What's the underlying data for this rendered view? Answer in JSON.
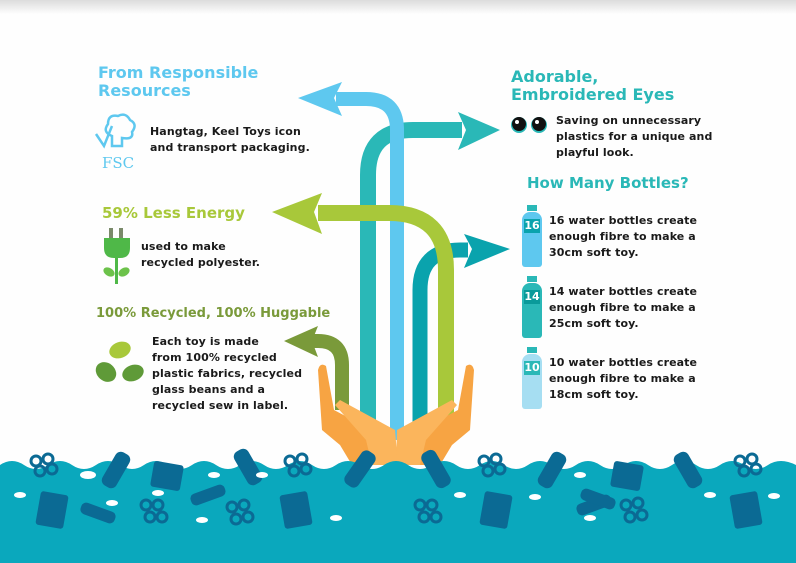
{
  "colors": {
    "light_blue": "#5ec8ef",
    "teal": "#2ab8b7",
    "dark_teal": "#0aa3ad",
    "lime": "#a8c83a",
    "olive": "#7a9a3a",
    "orange": "#f7a443",
    "sea": "#0aa8bd",
    "debris": "#0b6a94",
    "black": "#1a1a1a"
  },
  "sections": {
    "responsible": {
      "title_line1": "From Responsible",
      "title_line2": "Resources",
      "icon_label": "FSC",
      "text_line1": "Hangtag, Keel Toys icon",
      "text_line2": "and transport packaging."
    },
    "eyes": {
      "title_line1": "Adorable,",
      "title_line2": "Embroidered Eyes",
      "text_line1": "Saving on unnecessary",
      "text_line2": "plastics for a unique and",
      "text_line3": "playful look."
    },
    "energy": {
      "title": "59% Less Energy",
      "text_line1": "used to make",
      "text_line2": "recycled polyester."
    },
    "recycled": {
      "title": "100% Recycled, 100% Huggable",
      "text_line1": "Each toy is made",
      "text_line2": "from 100% recycled",
      "text_line3": "plastic fabrics, recycled",
      "text_line4": "glass beans and a",
      "text_line5": "recycled sew in label."
    },
    "bottles": {
      "title": "How Many Bottles?",
      "items": [
        {
          "count": "16",
          "line1": "16 water bottles create",
          "line2": "enough fibre to make a",
          "line3": "30cm soft toy.",
          "color": "#5ec8ef"
        },
        {
          "count": "14",
          "line1": "14 water bottles create",
          "line2": "enough fibre to make a",
          "line3": "25cm soft toy.",
          "color": "#2ab8b7"
        },
        {
          "count": "10",
          "line1": "10 water bottles create",
          "line2": "enough fibre to make a",
          "line3": "18cm soft toy.",
          "color": "#8fd6ef"
        }
      ]
    }
  }
}
